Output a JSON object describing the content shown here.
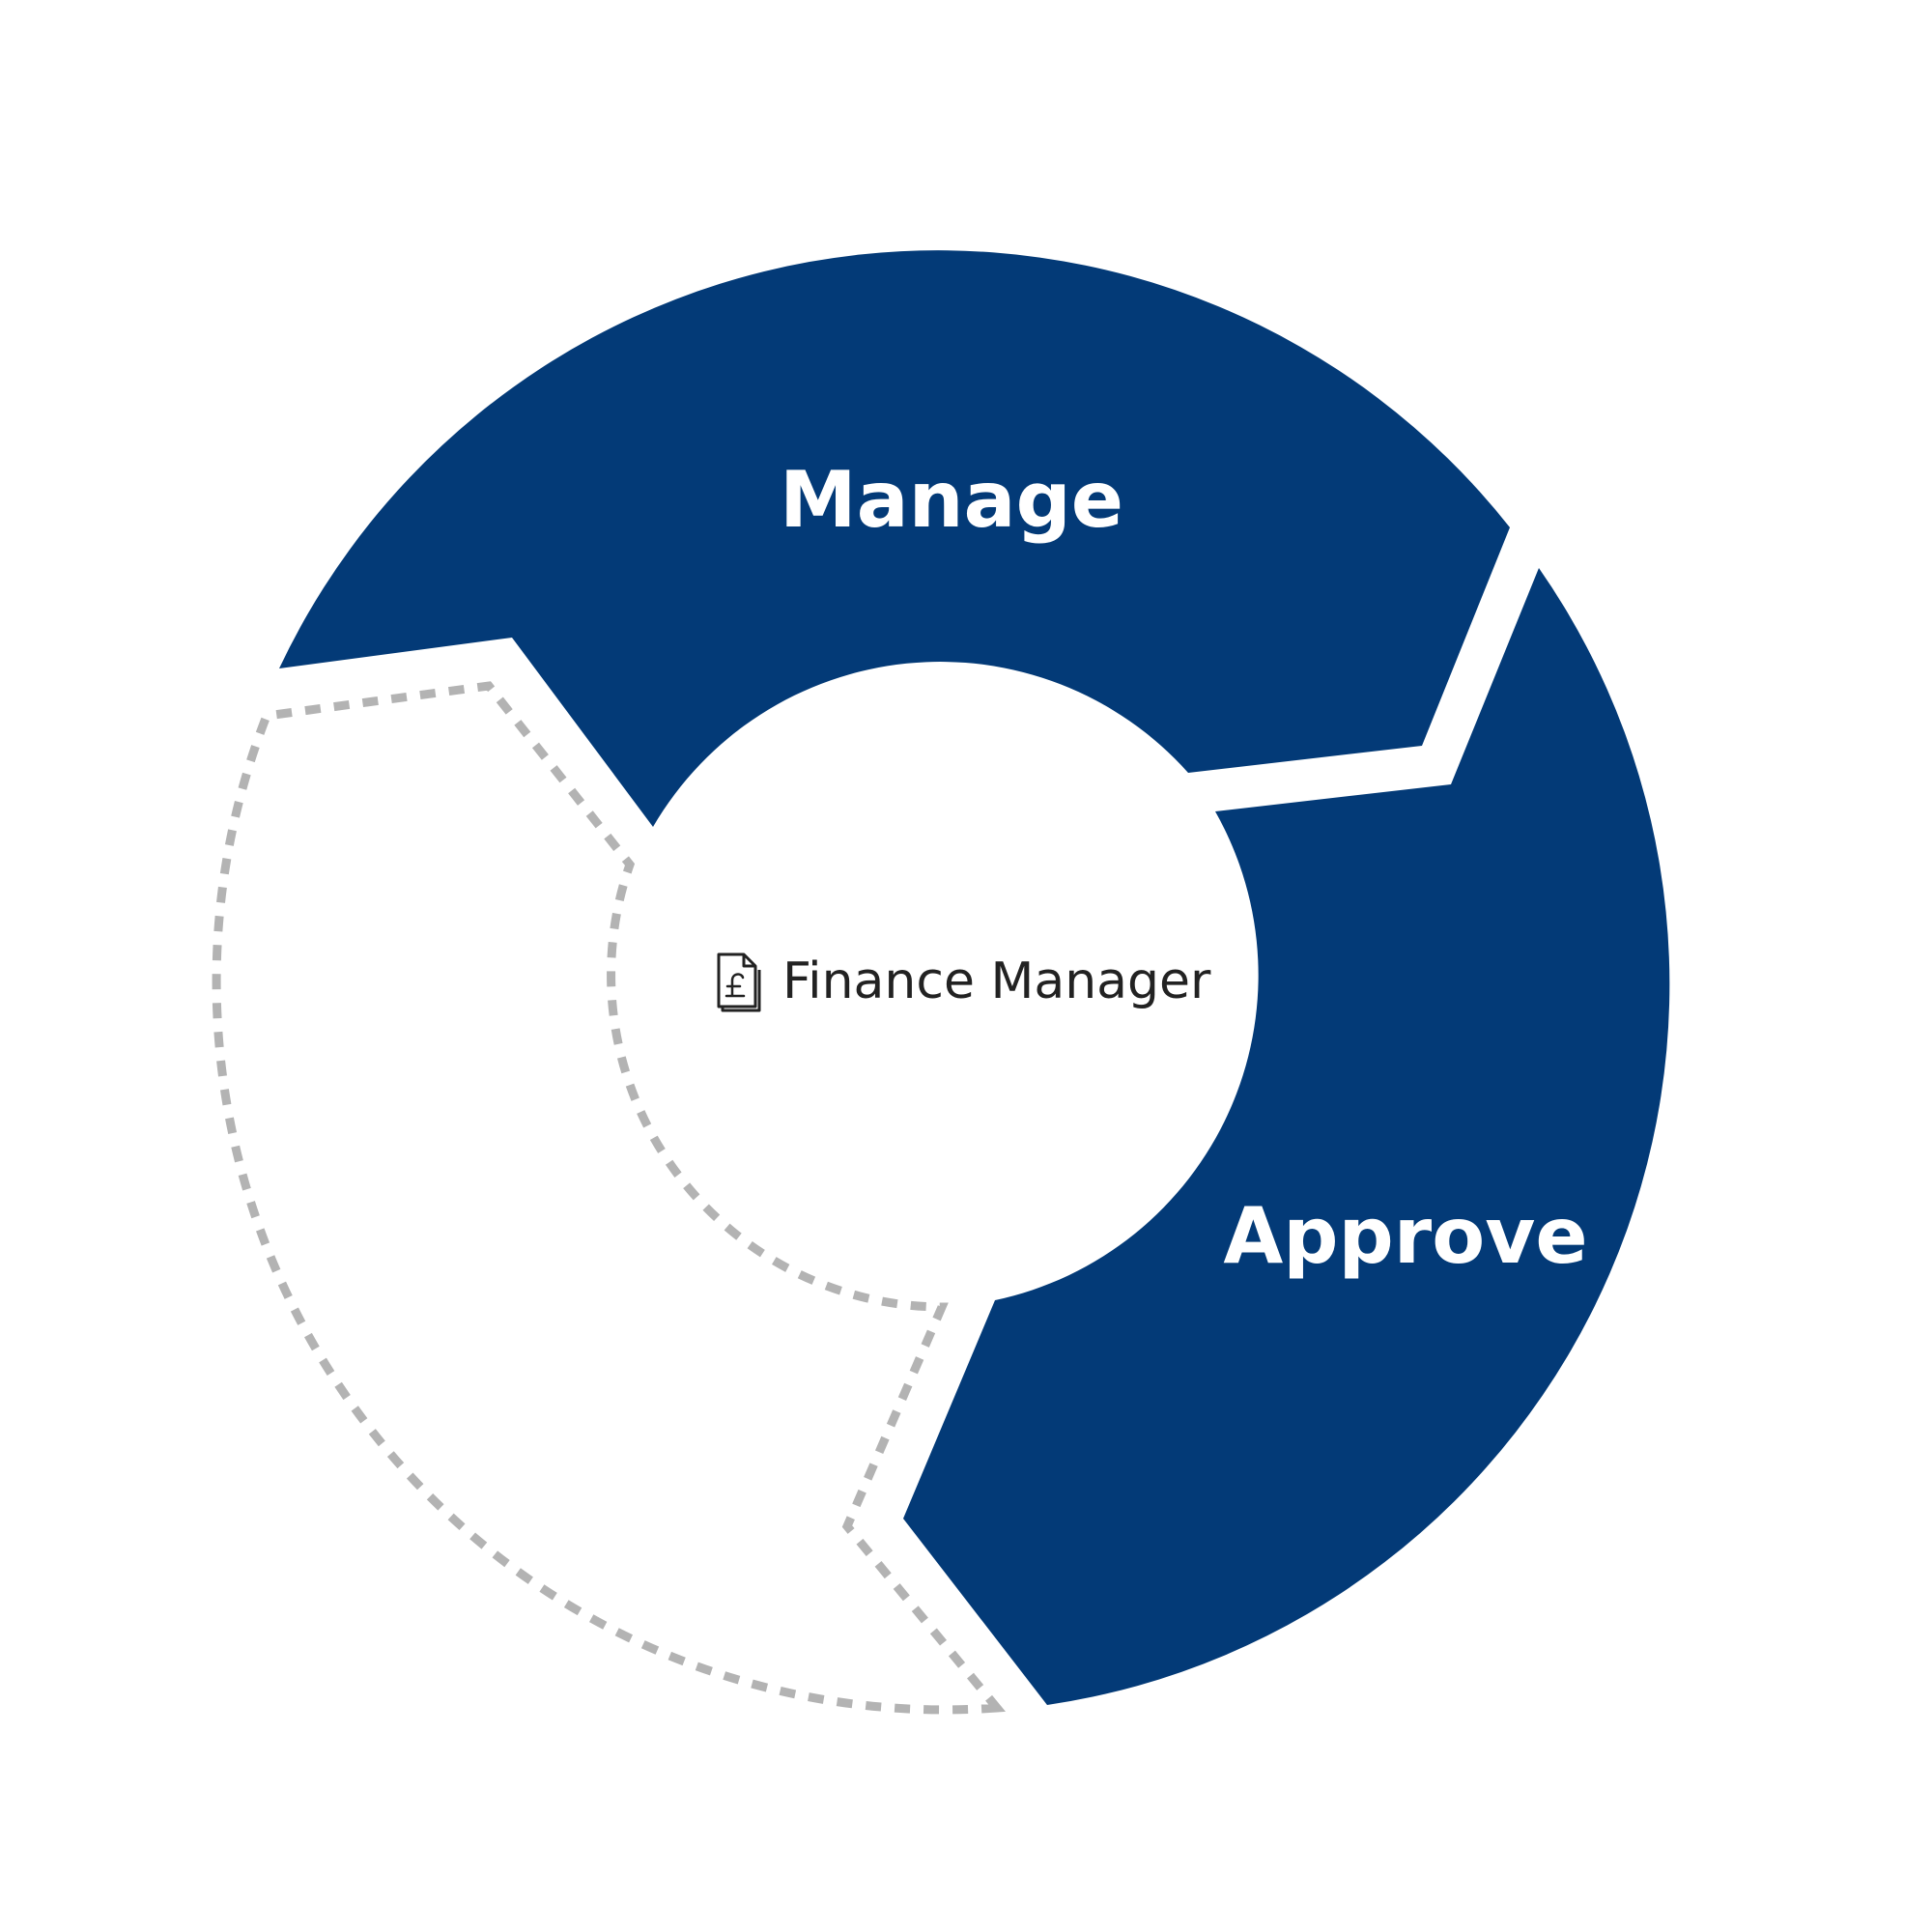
{
  "diagram": {
    "segments": [
      {
        "label": "Manage"
      },
      {
        "label": "Approve"
      },
      {
        "label": ""
      }
    ],
    "center": {
      "label": "Finance Manager",
      "icon": "pound-document-icon"
    }
  },
  "colors": {
    "segment_fill": "#033a77",
    "dashed_outline": "#b3b3b3",
    "label_text": "#ffffff",
    "center_text": "#222222"
  }
}
